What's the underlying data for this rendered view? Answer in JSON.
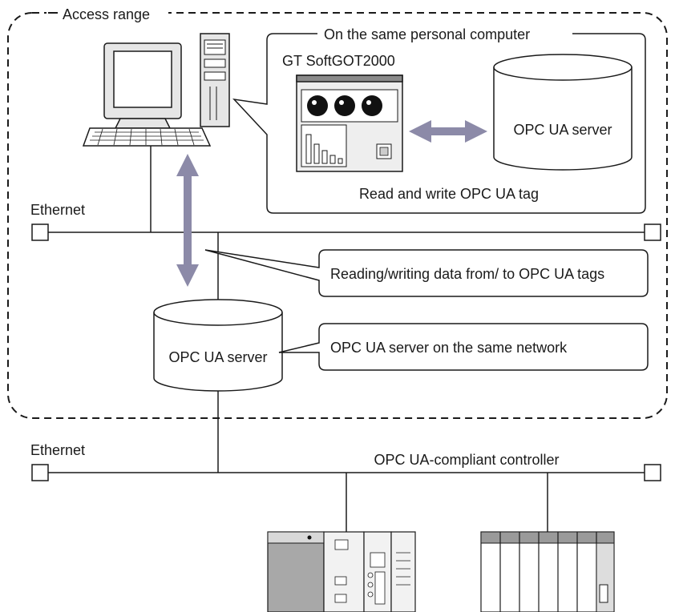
{
  "labels": {
    "access_range": "Access range",
    "same_pc": "On the same personal computer",
    "gt_softgot": "GT SoftGOT2000",
    "opc_server_pc": "OPC UA server",
    "read_write_tag": "Read and write OPC UA tag",
    "ethernet_top": "Ethernet",
    "callout_rw": "Reading/writing data from/ to OPC UA tags",
    "opc_server_net": "OPC UA server",
    "callout_server": "OPC UA server on the same network",
    "ethernet_bottom": "Ethernet",
    "controller": "OPC UA-compliant controller"
  },
  "colors": {
    "line": "#1a1a1a",
    "arrow": "#8c8aa8",
    "device_fill": "#e6e6e6",
    "device_dark": "#9a9a9a",
    "panel_fill": "#eeeeee"
  }
}
